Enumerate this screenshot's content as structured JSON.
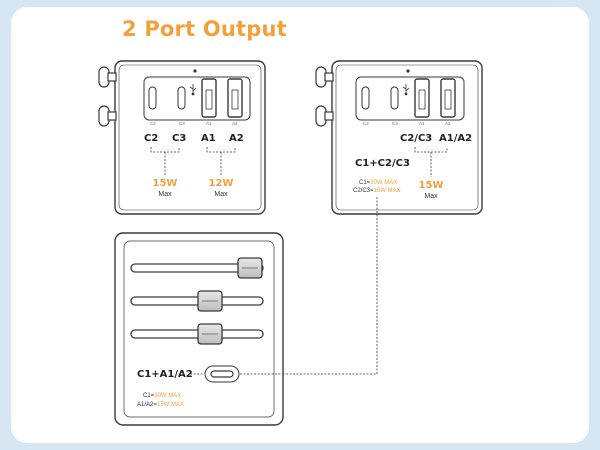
{
  "title": "2 Port Output",
  "left_adapter": {
    "port_labels": {
      "c2": "C2",
      "c3": "C3",
      "a1": "A1",
      "a2": "A2"
    },
    "tiny_labels": {
      "c2": "C2",
      "c3": "C3",
      "a1": "A1",
      "a2": "A2"
    },
    "group1_value": "15W",
    "group1_max": "Max",
    "group2_value": "12W",
    "group2_max": "Max"
  },
  "right_adapter": {
    "tiny_labels": {
      "c2": "C2",
      "c3": "C3",
      "a1": "A1",
      "a2": "A2"
    },
    "label_c2c3": "C2/C3",
    "label_a1a2": "A1/A2",
    "combo_label": "C1+C2/C3",
    "note1_prefix": "C1=",
    "note1_value": "30W MAX",
    "note2_prefix": "C2/C3=",
    "note2_value": "15W MAX",
    "group_value": "15W",
    "group_max": "Max"
  },
  "bottom_adapter": {
    "combo_label": "C1+A1/A2",
    "note1_prefix": "C1=",
    "note1_value": "30W MAX",
    "note2_prefix": "A1/A2=",
    "note2_value": "15W MAX"
  },
  "colors": {
    "accent": "#f2a03a",
    "stroke": "#3a3a3a",
    "background": "#d6e6f3"
  }
}
